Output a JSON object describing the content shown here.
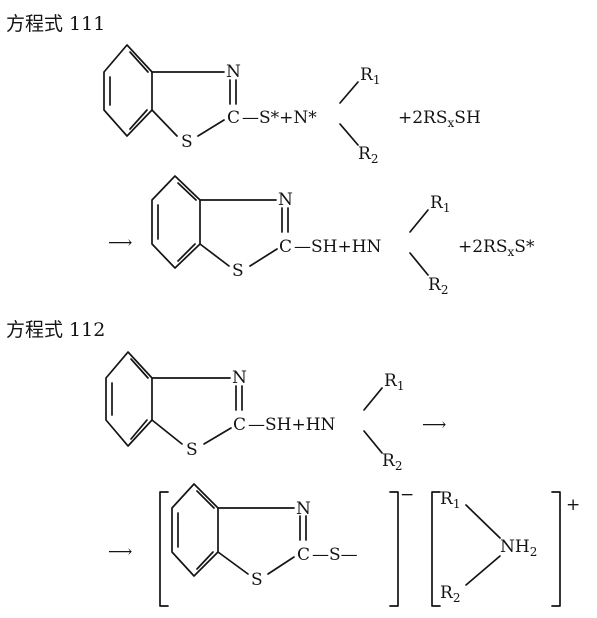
{
  "equation_111": {
    "label": "方程式 111",
    "reactant": {
      "ring_N": "N",
      "ring_C": "C",
      "ring_S": "S",
      "thiol_part": "—S*+N*",
      "r1": "R",
      "r1_sub": "1",
      "r2": "R",
      "r2_sub": "2",
      "extra_pre": "+2RS",
      "extra_sub": "x",
      "extra_post": "SH"
    },
    "product": {
      "arrow": "⟶",
      "ring_N": "N",
      "ring_C": "C",
      "ring_S": "S",
      "thiol_part": "—SH+HN",
      "r1": "R",
      "r1_sub": "1",
      "r2": "R",
      "r2_sub": "2",
      "extra_pre": "+2RS",
      "extra_sub": "x",
      "extra_post": "S*"
    }
  },
  "equation_112": {
    "label": "方程式 112",
    "reactant": {
      "ring_N": "N",
      "ring_C": "C",
      "ring_S": "S",
      "thiol_part": "—SH+HN",
      "r1": "R",
      "r1_sub": "1",
      "r2": "R",
      "r2_sub": "2",
      "arrow": "⟶"
    },
    "product": {
      "arrow": "⟶",
      "ring_N": "N",
      "ring_C": "C",
      "ring_S": "S",
      "thiolate_part": "—S—",
      "anion_charge": "−",
      "r1": "R",
      "r1_sub": "1",
      "nh2": "NH",
      "nh2_sub": "2",
      "r2": "R",
      "r2_sub": "2",
      "cation_charge": "+"
    }
  }
}
